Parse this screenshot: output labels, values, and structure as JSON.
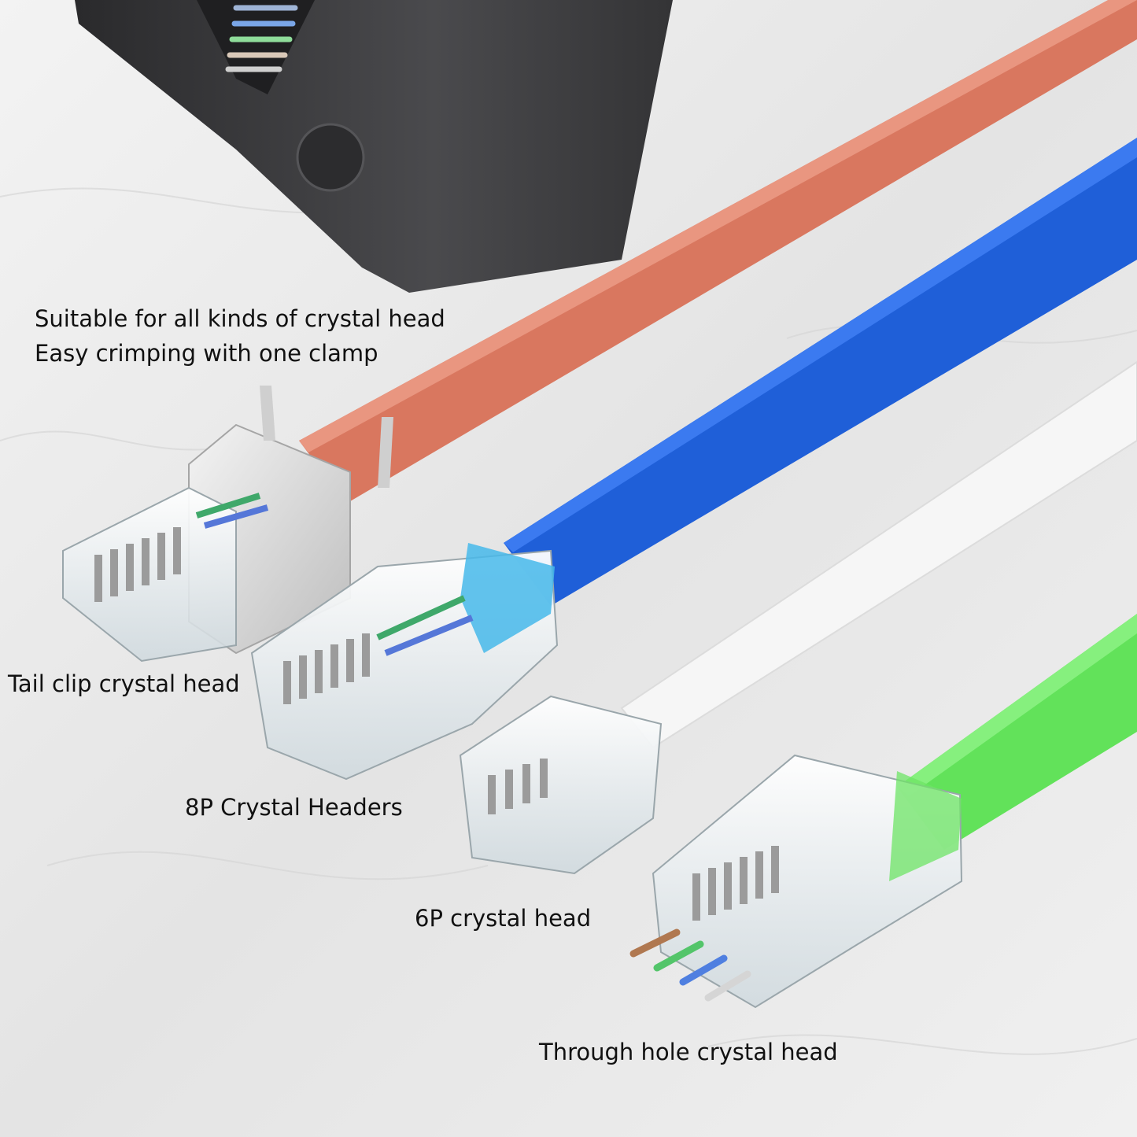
{
  "headline": {
    "line1": "Suitable for all kinds of crystal head",
    "line2": "Easy crimping with one clamp"
  },
  "labels": {
    "tail_clip": "Tail clip crystal head",
    "p8": "8P Crystal Headers",
    "p6": "6P crystal head",
    "through_hole": "Through hole crystal head"
  },
  "colors": {
    "background": "#ececec",
    "tool_body": "#3e3e40",
    "cable_orange": "#d9775f",
    "cable_blue": "#1f5fd8",
    "cable_white": "#f6f6f6",
    "cable_green": "#62e25a",
    "connector_clear": "#e6eef2",
    "metal_shield": "#d8d8d8"
  },
  "icons": [
    "crimping-tool",
    "rj45-plug",
    "rj11-plug",
    "network-cable"
  ]
}
